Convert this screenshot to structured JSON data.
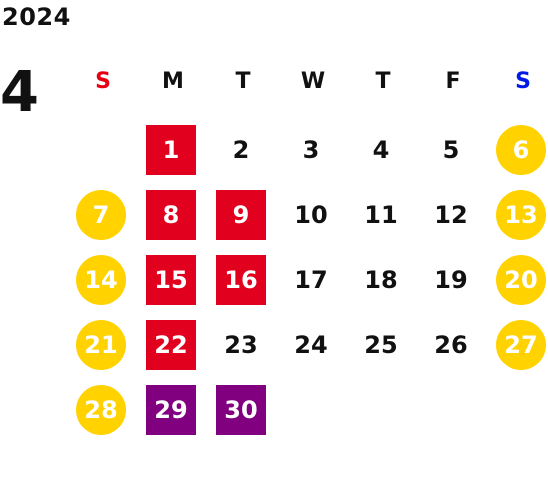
{
  "calendar": {
    "year": "2024",
    "month": "4",
    "colors": {
      "sunday_header": "#e60012",
      "saturday_header": "#0019e6",
      "holiday_fill": "#e1001e",
      "special_fill": "#800080",
      "weekend_fill": "#ffd200",
      "weekend_text": "#ffffff"
    },
    "weekdays": [
      "S",
      "M",
      "T",
      "W",
      "T",
      "F",
      "S"
    ],
    "days": {
      "d1": "1",
      "d2": "2",
      "d3": "3",
      "d4": "4",
      "d5": "5",
      "d6": "6",
      "d7": "7",
      "d8": "8",
      "d9": "9",
      "d10": "10",
      "d11": "11",
      "d12": "12",
      "d13": "13",
      "d14": "14",
      "d15": "15",
      "d16": "16",
      "d17": "17",
      "d18": "18",
      "d19": "19",
      "d20": "20",
      "d21": "21",
      "d22": "22",
      "d23": "23",
      "d24": "24",
      "d25": "25",
      "d26": "26",
      "d27": "27",
      "d28": "28",
      "d29": "29",
      "d30": "30"
    }
  }
}
